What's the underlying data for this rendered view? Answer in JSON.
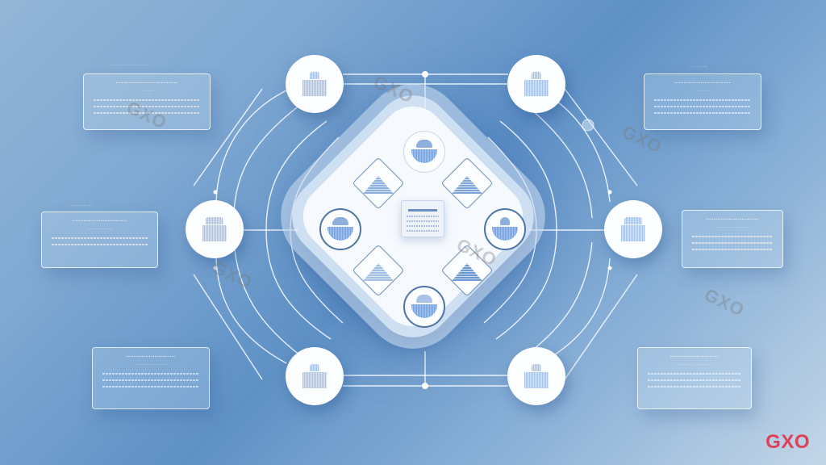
{
  "diagram": {
    "type": "hub-and-spoke network diagram",
    "colors": {
      "background": "#6f9dcc",
      "node": "#fdfeff",
      "accent": "#4f74a8",
      "logo": "#e04055"
    },
    "hub": {
      "label": "central hub",
      "modules": [
        "module-top",
        "module-upper-left",
        "module-upper-right",
        "module-left",
        "module-center",
        "module-right",
        "module-lower-left",
        "module-lower-right",
        "module-bottom"
      ]
    },
    "nodes": [
      {
        "id": "top-left",
        "icon": "building-icon"
      },
      {
        "id": "top-right",
        "icon": "building-icon"
      },
      {
        "id": "left",
        "icon": "building-icon"
      },
      {
        "id": "right",
        "icon": "building-icon"
      },
      {
        "id": "bottom-left",
        "icon": "building-icon"
      },
      {
        "id": "bottom-right",
        "icon": "building-icon"
      }
    ],
    "cards": [
      {
        "caption": "·····················",
        "title": "·································",
        "sub": "··········"
      },
      {
        "caption": "··········",
        "title": "······························",
        "sub": "··········"
      },
      {
        "caption": "··············",
        "title": "·····························",
        "sub": "···················"
      },
      {
        "caption": "··················",
        "title": "····························",
        "sub": "·························"
      },
      {
        "caption": "",
        "title": "··························",
        "sub": "·························"
      },
      {
        "caption": "",
        "title": "··························",
        "sub": "·························"
      }
    ]
  },
  "watermarks": [
    "GXO",
    "GXO",
    "GXO",
    "GXO",
    "GXO",
    "GXO"
  ],
  "logo": {
    "text": "GXO"
  }
}
